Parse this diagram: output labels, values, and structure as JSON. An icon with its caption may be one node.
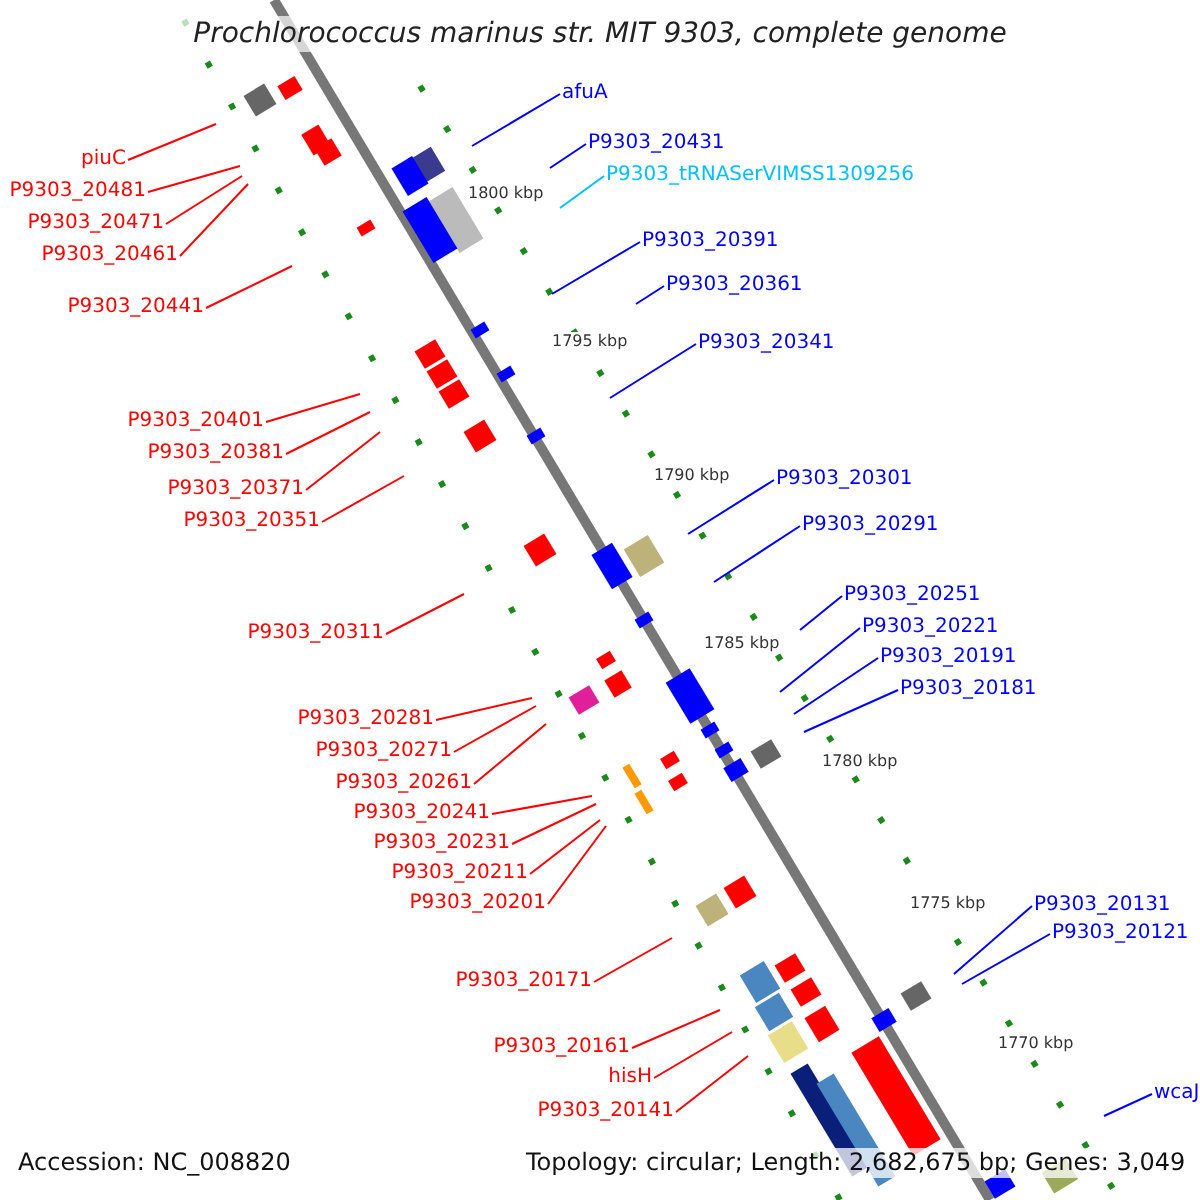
{
  "diagram": {
    "title": "Prochlorococcus marinus str. MIT 9303, complete genome",
    "nodes": [
      {
        "text": [
          "piuC"
        ]
      },
      {
        "text": [
          "P9303_20481"
        ]
      },
      {
        "text": [
          "P9303_20471"
        ]
      },
      {
        "text": [
          "P9303_20461"
        ]
      },
      {
        "text": [
          "P9303_20441"
        ]
      },
      {
        "text": [
          "P9303_20401"
        ]
      },
      {
        "text": [
          "P9303_20381"
        ]
      },
      {
        "text": [
          "P9303_20371"
        ]
      },
      {
        "text": [
          "P9303_20351"
        ]
      },
      {
        "text": [
          "P9303_20311"
        ]
      },
      {
        "text": [
          "P9303_20281"
        ]
      },
      {
        "text": [
          "P9303_20271"
        ]
      },
      {
        "text": [
          "P9303_20261"
        ]
      },
      {
        "text": [
          "P9303_20241"
        ]
      },
      {
        "text": [
          "P9303_20231"
        ]
      },
      {
        "text": [
          "P9303_20211"
        ]
      },
      {
        "text": [
          "P9303_20201"
        ]
      },
      {
        "text": [
          "P9303_20171"
        ]
      },
      {
        "text": [
          "P9303_20161"
        ]
      },
      {
        "text": [
          "hisH"
        ]
      },
      {
        "text": [
          "P9303_20141"
        ]
      },
      {
        "text": [
          "afuA"
        ]
      },
      {
        "text": [
          "P9303_20431"
        ]
      },
      {
        "text": [
          "P9303_tRNASerVIMSS1309256"
        ]
      },
      {
        "text": [
          "P9303_20391"
        ]
      },
      {
        "text": [
          "P9303_20361"
        ]
      },
      {
        "text": [
          "P9303_20341"
        ]
      },
      {
        "text": [
          "P9303_20301"
        ]
      },
      {
        "text": [
          "P9303_20291"
        ]
      },
      {
        "text": [
          "P9303_20251"
        ]
      },
      {
        "text": [
          "P9303_20221"
        ]
      },
      {
        "text": [
          "P9303_20191"
        ]
      },
      {
        "text": [
          "P9303_20181"
        ]
      },
      {
        "text": [
          "P9303_20131"
        ]
      },
      {
        "text": [
          "P9303_20121"
        ]
      },
      {
        "text": [
          "wcaJ"
        ]
      }
    ],
    "edges": [
      {
        "from": 0,
        "to": null,
        "arrow": "none"
      },
      {
        "from": 1,
        "to": null,
        "arrow": "none"
      },
      {
        "from": 2,
        "to": null,
        "arrow": "none"
      },
      {
        "from": 3,
        "to": null,
        "arrow": "none"
      },
      {
        "from": 4,
        "to": null,
        "arrow": "none"
      },
      {
        "from": 5,
        "to": null,
        "arrow": "none"
      },
      {
        "from": 6,
        "to": null,
        "arrow": "none"
      },
      {
        "from": 7,
        "to": null,
        "arrow": "none"
      },
      {
        "from": 8,
        "to": null,
        "arrow": "none"
      },
      {
        "from": 9,
        "to": null,
        "arrow": "none"
      },
      {
        "from": 10,
        "to": null,
        "arrow": "none"
      },
      {
        "from": 11,
        "to": null,
        "arrow": "none"
      },
      {
        "from": 12,
        "to": null,
        "arrow": "none"
      },
      {
        "from": 13,
        "to": null,
        "arrow": "none"
      },
      {
        "from": 14,
        "to": null,
        "arrow": "none"
      },
      {
        "from": 15,
        "to": null,
        "arrow": "none"
      },
      {
        "from": 16,
        "to": null,
        "arrow": "none"
      },
      {
        "from": 17,
        "to": null,
        "arrow": "none"
      },
      {
        "from": 18,
        "to": null,
        "arrow": "none"
      },
      {
        "from": 19,
        "to": null,
        "arrow": "none"
      },
      {
        "from": 20,
        "to": null,
        "arrow": "none"
      },
      {
        "from": 21,
        "to": null,
        "arrow": "none",
        "color": "#0000ff"
      },
      {
        "from": 22,
        "to": null,
        "arrow": "none",
        "color": "#0000ff"
      },
      {
        "from": 23,
        "to": null,
        "arrow": "none",
        "color": "#00bfff"
      },
      {
        "from": 24,
        "to": null,
        "arrow": "none",
        "color": "#0000ff"
      },
      {
        "from": 25,
        "to": null,
        "arrow": "none",
        "color": "#0000ff"
      },
      {
        "from": 26,
        "to": null,
        "arrow": "none",
        "color": "#0000ff"
      },
      {
        "from": 27,
        "to": null,
        "arrow": "none",
        "color": "#0000ff"
      },
      {
        "from": 28,
        "to": null,
        "arrow": "none",
        "color": "#0000ff"
      },
      {
        "from": 29,
        "to": null,
        "arrow": "none",
        "color": "#0000ff"
      },
      {
        "from": 30,
        "to": null,
        "arrow": "none",
        "color": "#0000ff"
      },
      {
        "from": 31,
        "to": null,
        "arrow": "none",
        "color": "#0000ff"
      },
      {
        "from": 32,
        "to": null,
        "arrow": "none",
        "color": "#0000ff"
      },
      {
        "from": 33,
        "to": null,
        "arrow": "none",
        "color": "#0000ff"
      },
      {
        "from": 34,
        "to": null,
        "arrow": "none",
        "color": "#0000ff"
      },
      {
        "from": 35,
        "to": null,
        "arrow": "none",
        "color": "#0000ff"
      }
    ],
    "labels": [
      "1800 kbp",
      "1795 kbp",
      "1790 kbp",
      "1785 kbp",
      "1780 kbp",
      "1775 kbp",
      "1770 kbp",
      "Accession: NC_008820",
      "Topology: circular; Length: 2,682,675 bp; Genes: 3,049"
    ]
  }
}
